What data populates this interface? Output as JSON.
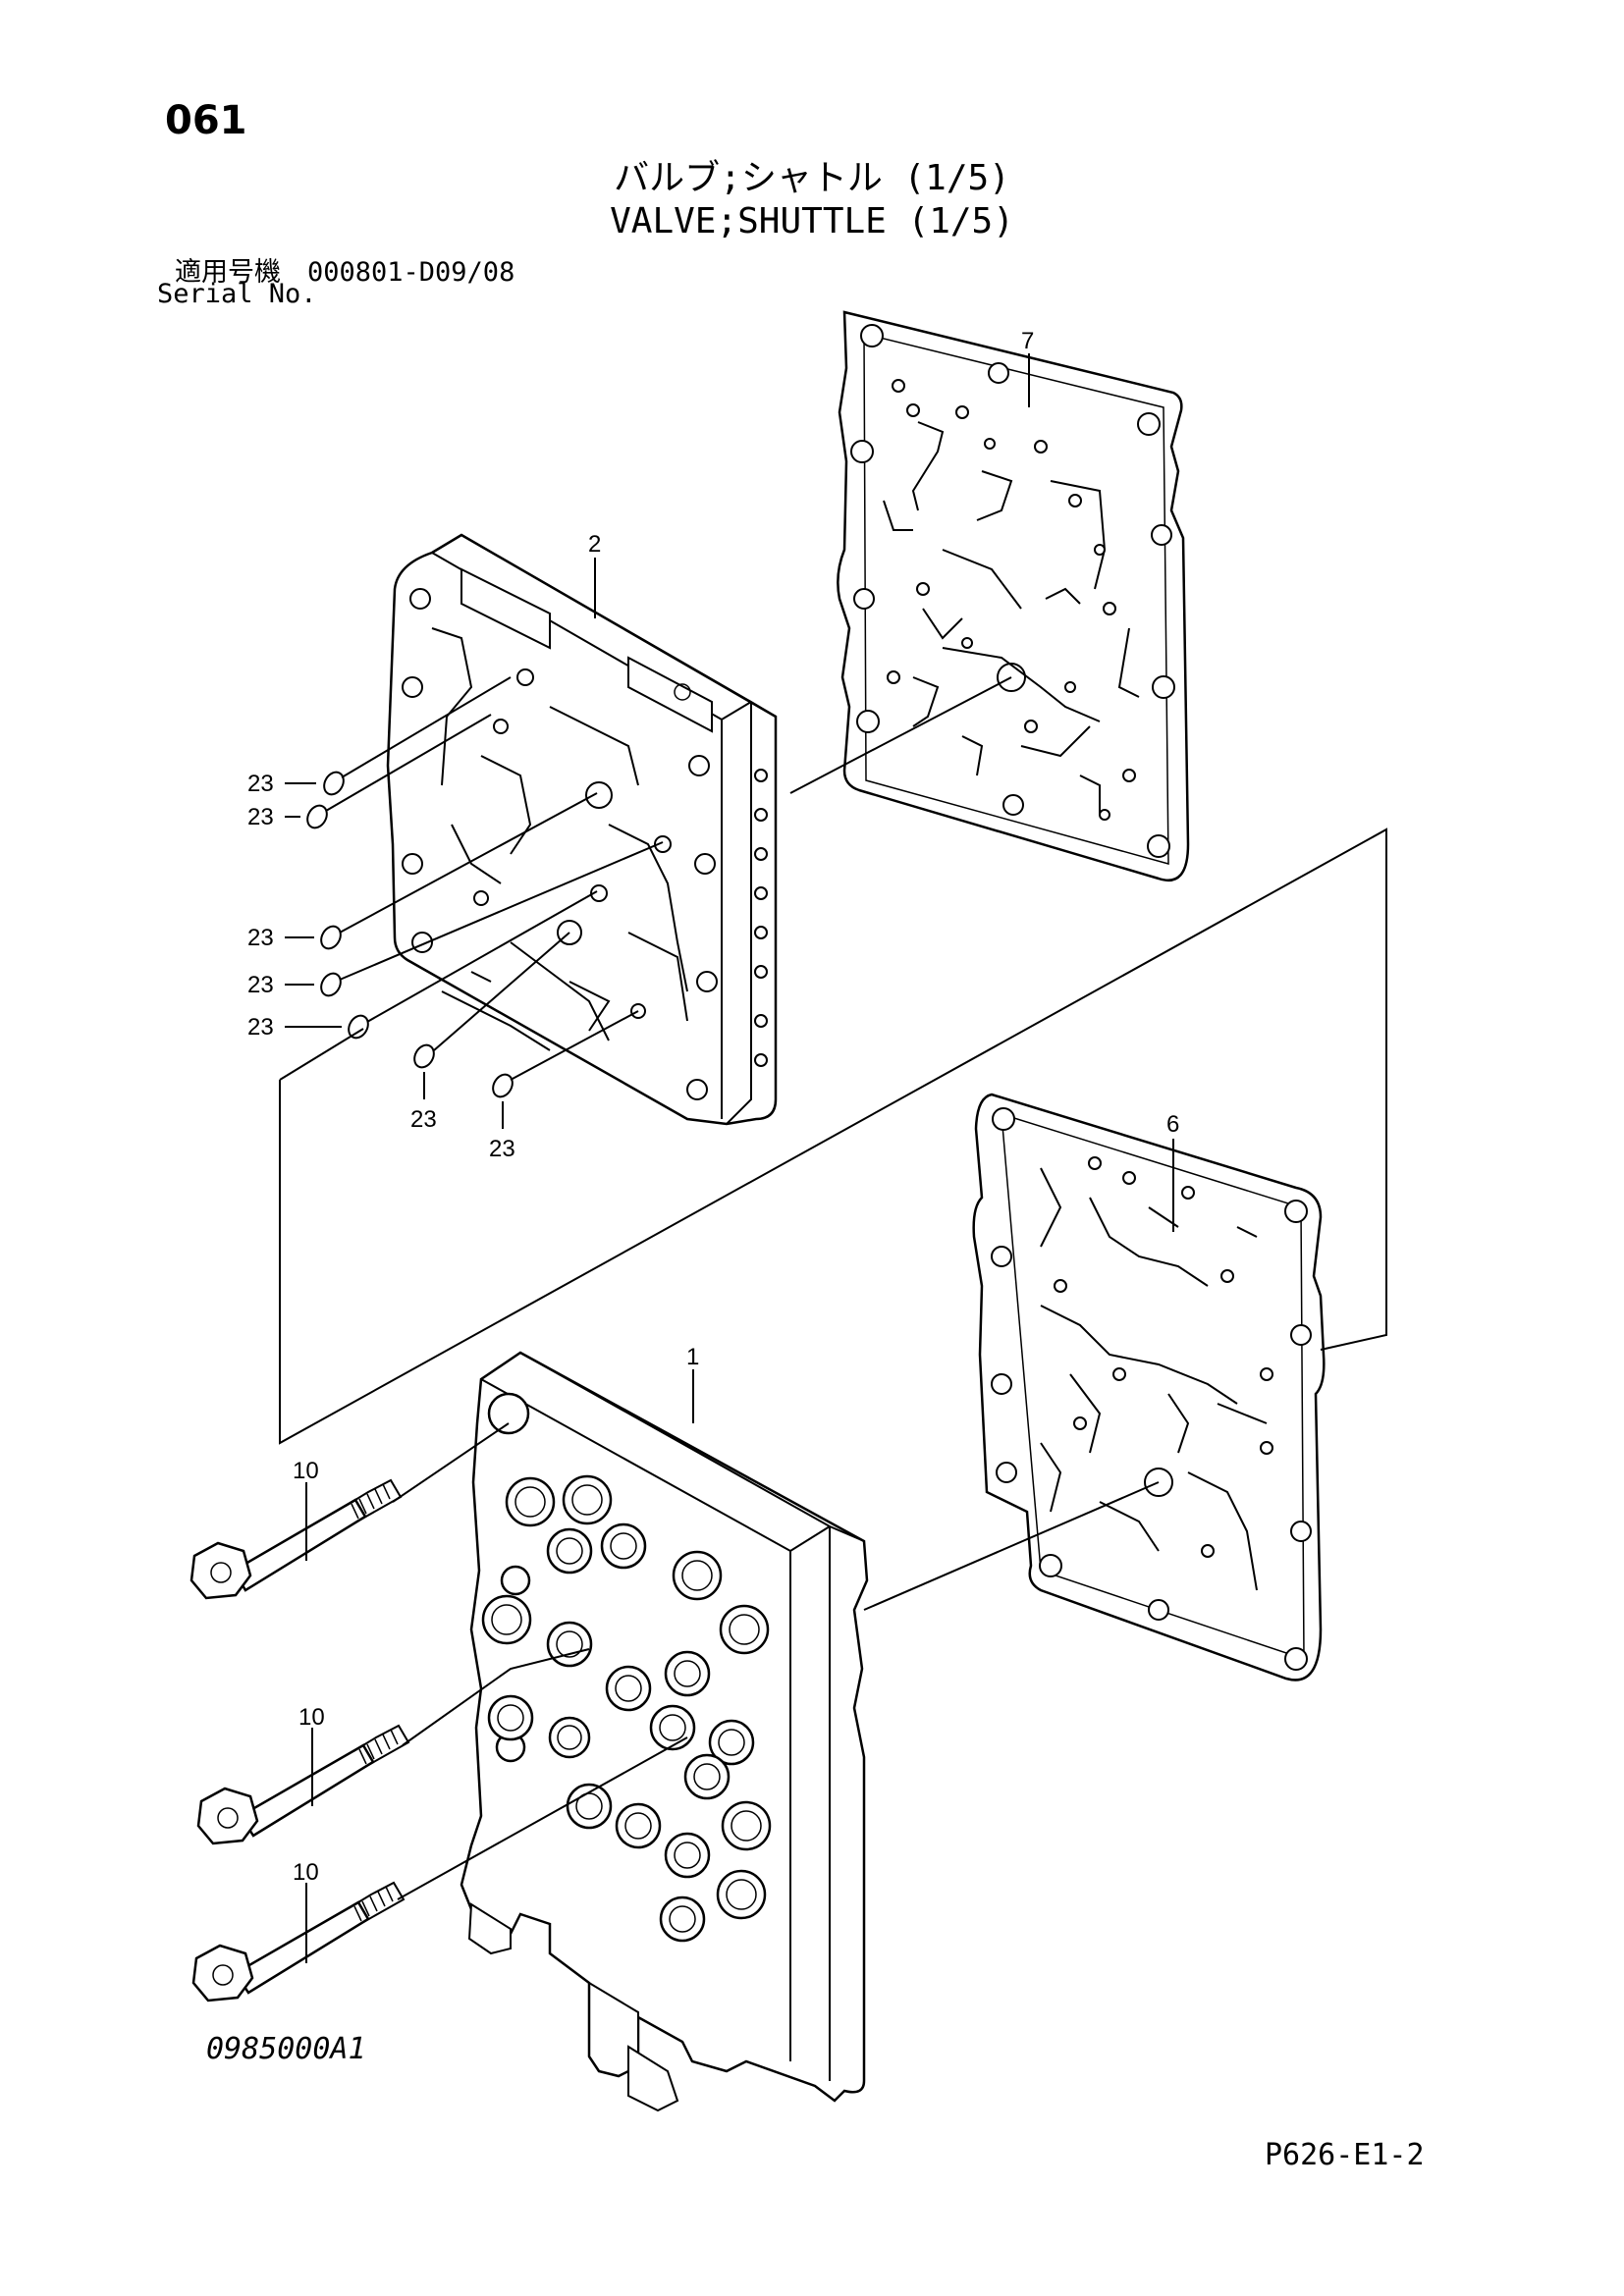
{
  "header": {
    "page_number": "061",
    "title_jp": "バルブ;シャトル (1/5)",
    "title_en": "VALVE;SHUTTLE (1/5)",
    "serial_label_jp": "適用号機　000801-D09/08",
    "serial_label_en": "Serial No."
  },
  "callouts": {
    "part_1": "1",
    "part_2": "2",
    "part_6": "6",
    "part_7": "7",
    "part_10": "10",
    "part_23": "23"
  },
  "footer": {
    "drawing_code": "0985000A1",
    "page_code": "P626-E1-2"
  }
}
